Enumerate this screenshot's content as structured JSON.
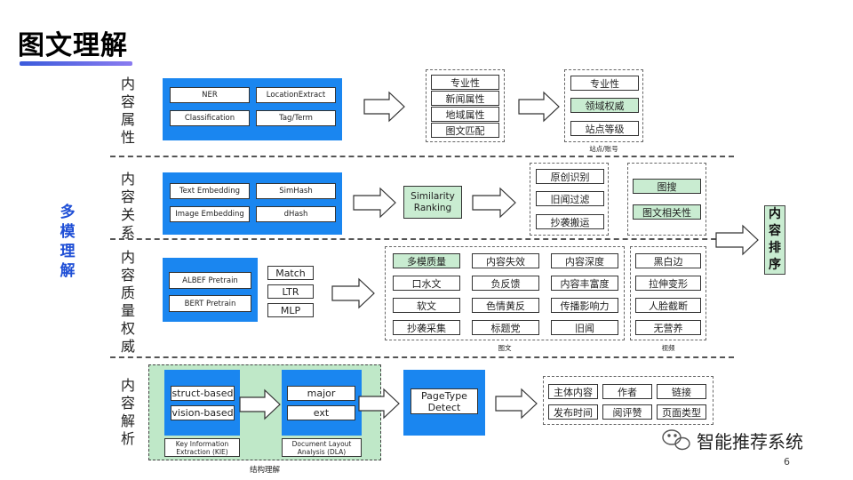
{
  "title": "图文理解",
  "side_label": [
    "多",
    "模",
    "理",
    "解"
  ],
  "ranking_label": [
    "内",
    "容",
    "排",
    "序"
  ],
  "rows": {
    "attr": {
      "label": [
        "内",
        "容",
        "属",
        "性"
      ],
      "tools": [
        "NER",
        "LocationExtract",
        "Classification",
        "Tag/Term"
      ],
      "list1": [
        "专业性",
        "新闻属性",
        "地域属性",
        "图文匹配"
      ],
      "list2": [
        "专业性",
        "领域权威",
        "站点等级"
      ],
      "list2_caption": "站点/账号"
    },
    "relation": {
      "label": [
        "内",
        "容",
        "关",
        "系"
      ],
      "tools": [
        "Text Embedding",
        "SimHash",
        "Image Embedding",
        "dHash"
      ],
      "ranking": [
        "Similarity",
        "Ranking"
      ],
      "list1": [
        "原创识别",
        "旧闻过滤",
        "抄袭搬运"
      ],
      "list2": [
        "图搜",
        "图文相关性"
      ]
    },
    "quality": {
      "label": [
        "内",
        "容",
        "质",
        "量",
        "权",
        "威"
      ],
      "pretrain": [
        "ALBEF Pretrain",
        "BERT Pretrain"
      ],
      "models": [
        "Match",
        "LTR",
        "MLP"
      ],
      "grid": [
        "多模质量",
        "内容失效",
        "内容深度",
        "口水文",
        "负反馈",
        "内容丰富度",
        "软文",
        "色情黄反",
        "传播影响力",
        "抄袭采集",
        "标题党",
        "旧闻"
      ],
      "grid_caption": "图文",
      "video": [
        "黑白边",
        "拉伸变形",
        "人脸截断",
        "无营养"
      ],
      "video_caption": "视频"
    },
    "parse": {
      "label": [
        "内",
        "容",
        "解",
        "析"
      ],
      "kie_items": [
        "struct-based",
        "vision-based"
      ],
      "kie_caption": "Key Information Extraction (KIE)",
      "dla_items": [
        "major",
        "ext"
      ],
      "dla_caption": "Document Layout Analysis (DLA)",
      "struct_caption": "结构理解",
      "pagetype": "PageType Detect",
      "outputs": [
        "主体内容",
        "作者",
        "链接",
        "发布时间",
        "阅评赞",
        "页面类型"
      ]
    }
  },
  "footer": "智能推荐系统",
  "page_number": "6"
}
